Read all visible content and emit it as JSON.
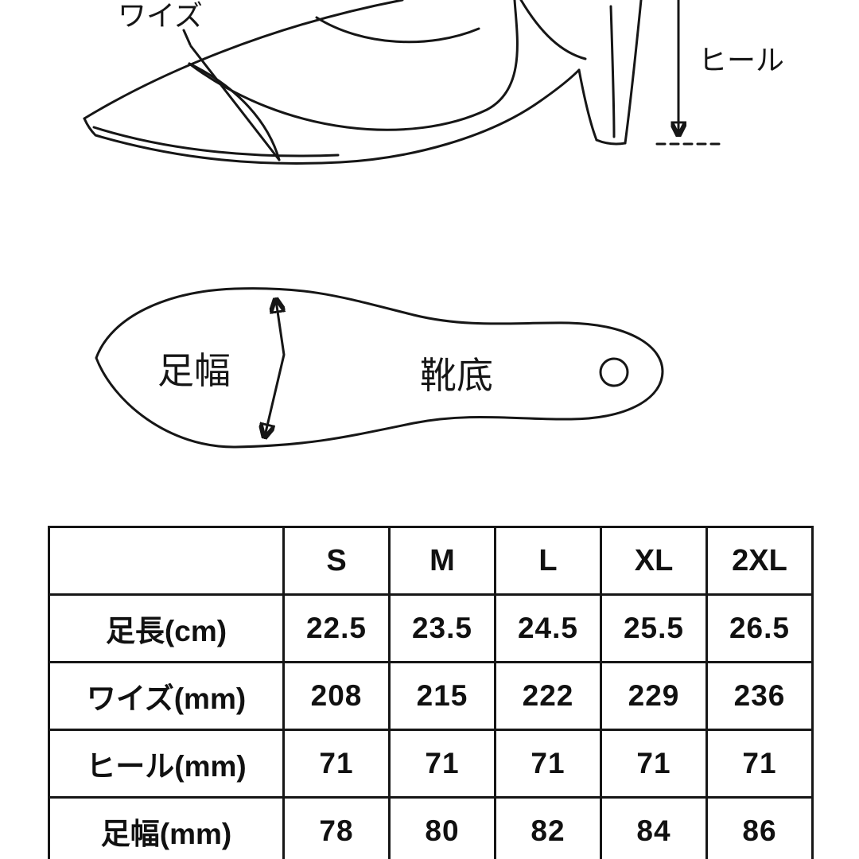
{
  "illustration": {
    "width_label": "ワイズ",
    "heel_label": "ヒール",
    "foot_width_label": "足幅",
    "sole_label": "靴底"
  },
  "size_table": {
    "header": [
      "S",
      "M",
      "L",
      "XL",
      "2XL"
    ],
    "rows": [
      {
        "label": "足長(cm)",
        "values": [
          "22.5",
          "23.5",
          "24.5",
          "25.5",
          "26.5"
        ]
      },
      {
        "label": "ワイズ(mm)",
        "values": [
          "208",
          "215",
          "222",
          "229",
          "236"
        ]
      },
      {
        "label": "ヒール(mm)",
        "values": [
          "71",
          "71",
          "71",
          "71",
          "71"
        ]
      },
      {
        "label": "足幅(mm)",
        "values": [
          "78",
          "80",
          "82",
          "84",
          "86"
        ]
      }
    ]
  },
  "colors": {
    "line": "#161616",
    "background": "#ffffff"
  }
}
